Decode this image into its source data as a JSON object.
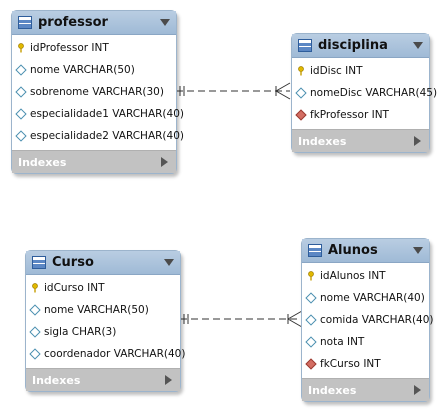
{
  "tables": {
    "professor": {
      "name": "professor",
      "columns": [
        {
          "text": "idProfessor INT",
          "kind": "pk"
        },
        {
          "text": "nome VARCHAR(50)",
          "kind": "col"
        },
        {
          "text": "sobrenome VARCHAR(30)",
          "kind": "col"
        },
        {
          "text": "especialidade1 VARCHAR(40)",
          "kind": "col"
        },
        {
          "text": "especialidade2 VARCHAR(40)",
          "kind": "col"
        }
      ],
      "indexes_label": "Indexes"
    },
    "disciplina": {
      "name": "disciplina",
      "columns": [
        {
          "text": "idDisc INT",
          "kind": "pk"
        },
        {
          "text": "nomeDisc VARCHAR(45)",
          "kind": "col"
        },
        {
          "text": "fkProfessor INT",
          "kind": "fk"
        }
      ],
      "indexes_label": "Indexes"
    },
    "curso": {
      "name": "Curso",
      "columns": [
        {
          "text": "idCurso INT",
          "kind": "pk"
        },
        {
          "text": "nome VARCHAR(50)",
          "kind": "col"
        },
        {
          "text": "sigla CHAR(3)",
          "kind": "col"
        },
        {
          "text": "coordenador VARCHAR(40)",
          "kind": "col"
        }
      ],
      "indexes_label": "Indexes"
    },
    "alunos": {
      "name": "Alunos",
      "columns": [
        {
          "text": "idAlunos INT",
          "kind": "pk"
        },
        {
          "text": "nome VARCHAR(40)",
          "kind": "col"
        },
        {
          "text": "comida VARCHAR(40)",
          "kind": "col"
        },
        {
          "text": "nota INT",
          "kind": "col"
        },
        {
          "text": "fkCurso INT",
          "kind": "fk"
        }
      ],
      "indexes_label": "Indexes"
    }
  },
  "colors": {
    "header": "#a9c3dd",
    "indexes_bar": "#c2c2c2",
    "relationship_line": "#333333",
    "fk_marker": "#d36d62",
    "pk_key": "#e0b800"
  }
}
